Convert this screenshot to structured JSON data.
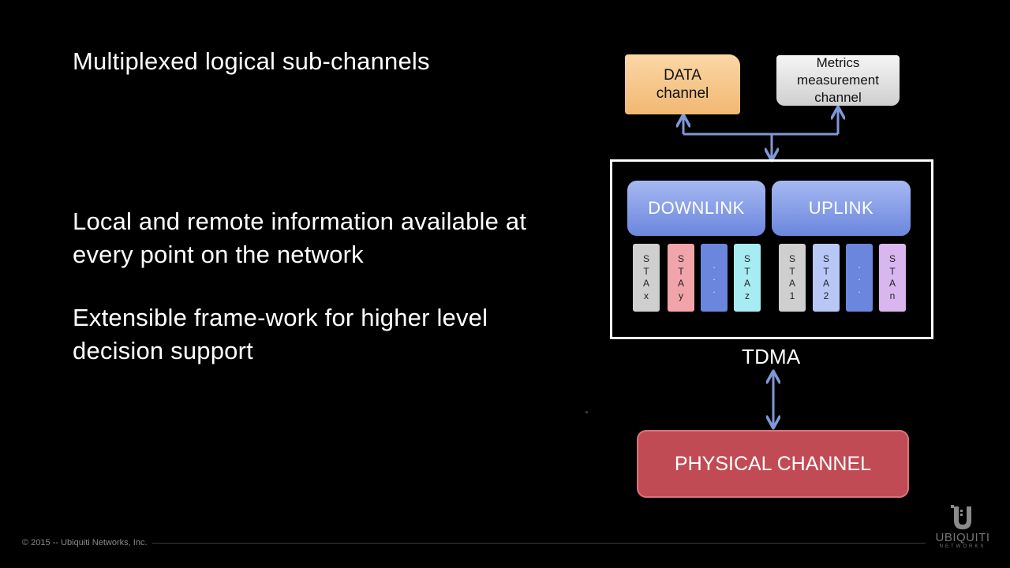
{
  "slide": {
    "title": "Multiplexed logical sub-channels",
    "bullets": [
      "Local and remote information available at every point on the network",
      "Extensible frame-work for higher level decision support"
    ]
  },
  "diagram": {
    "data_channel": "DATA\nchannel",
    "metrics_channel": "Metrics\nmeasurement\nchannel",
    "downlink_label": "DOWNLINK",
    "uplink_label": "UPLINK",
    "tdma_label": "TDMA",
    "physical_channel": "PHYSICAL CHANNEL",
    "downlink_slots": [
      {
        "label": [
          "S",
          "T",
          "A",
          "x"
        ],
        "color": "#cfcfcf"
      },
      {
        "label": [
          "S",
          "T",
          "A",
          "y"
        ],
        "color": "#f2a4ab"
      },
      {
        "label": [
          ".",
          ".",
          "."
        ],
        "color": "#6b86dd"
      },
      {
        "label": [
          "S",
          "T",
          "A",
          "z"
        ],
        "color": "#a8ecf3"
      }
    ],
    "uplink_slots": [
      {
        "label": [
          "S",
          "T",
          "A",
          "1"
        ],
        "color": "#cfcfcf"
      },
      {
        "label": [
          "S",
          "T",
          "A",
          "2"
        ],
        "color": "#b9c7f7"
      },
      {
        "label": [
          ".",
          ".",
          "."
        ],
        "color": "#6b86dd"
      },
      {
        "label": [
          "S",
          "T",
          "A",
          "n"
        ],
        "color": "#d9b6ef"
      }
    ],
    "arrow_color": "#7f98d6"
  },
  "footer": {
    "copyright": "© 2015 -- Ubiquiti Networks, Inc.",
    "logo_word": "UBIQUITI",
    "logo_sub": "NETWORKS"
  }
}
